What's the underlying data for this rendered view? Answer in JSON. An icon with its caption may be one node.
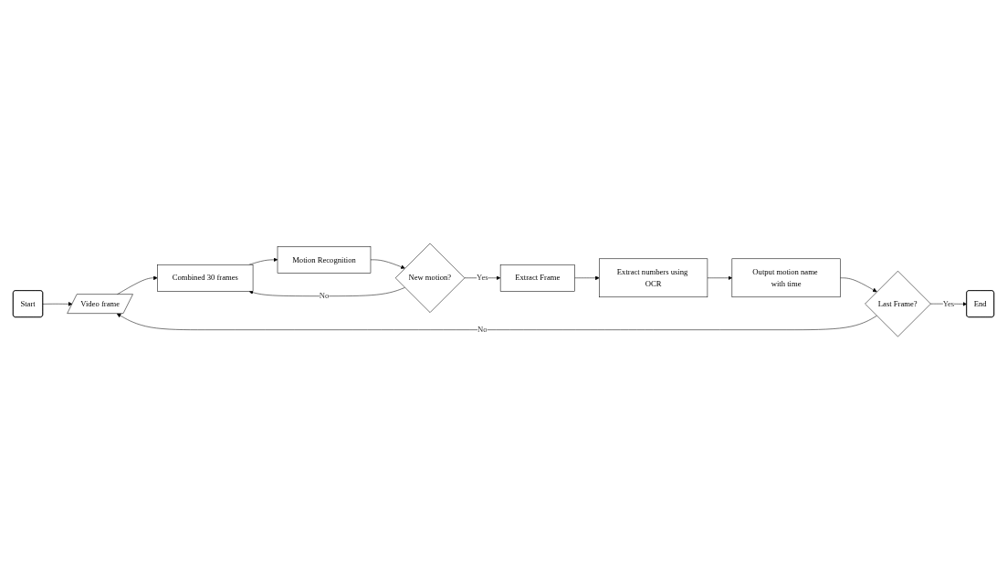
{
  "diagram": {
    "nodes": [
      {
        "text": [
          "Start"
        ]
      },
      {
        "text": [
          "Video frame"
        ]
      },
      {
        "text": [
          "Combined 30 frames"
        ]
      },
      {
        "text": [
          "Motion Recognition"
        ]
      },
      {
        "text": [
          "New motion?"
        ]
      },
      {
        "text": [
          "Extract Frame"
        ]
      },
      {
        "text": [
          "Extract numbers using OCR"
        ]
      },
      {
        "text": [
          "Output motion name with time"
        ]
      },
      {
        "text": [
          "Last Frame?"
        ]
      },
      {
        "text": [
          "End"
        ]
      }
    ],
    "edges": [
      {
        "from": 0,
        "to": 1,
        "arrow": "to"
      },
      {
        "from": 1,
        "to": 2,
        "arrow": "to"
      },
      {
        "from": 2,
        "to": 3,
        "arrow": "to"
      },
      {
        "from": 3,
        "to": 4,
        "arrow": "to"
      },
      {
        "from": 4,
        "to": 2,
        "arrow": "to",
        "label": "No"
      },
      {
        "from": 4,
        "to": 5,
        "arrow": "to",
        "label": "Yes"
      },
      {
        "from": 5,
        "to": 6,
        "arrow": "to"
      },
      {
        "from": 6,
        "to": 7,
        "arrow": "to"
      },
      {
        "from": 7,
        "to": 8,
        "arrow": "to"
      },
      {
        "from": 8,
        "to": 1,
        "arrow": "to",
        "label": "No"
      },
      {
        "from": 8,
        "to": 9,
        "arrow": "to",
        "label": "Yes"
      }
    ]
  }
}
